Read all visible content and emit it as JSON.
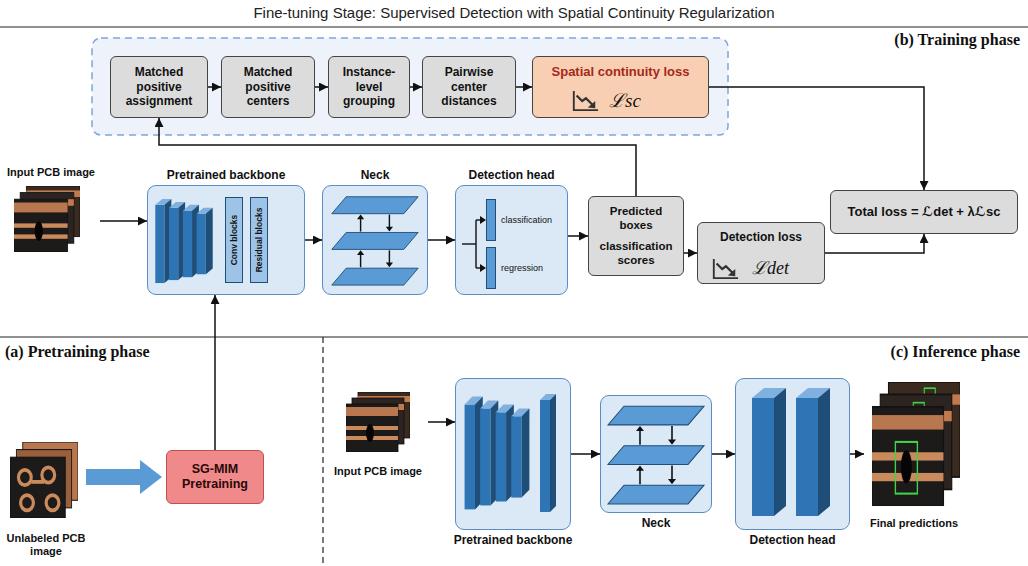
{
  "diagram": {
    "title": "Fine-tuning Stage: Supervised Detection with Spatial Continuity Regularization",
    "nodes": [
      {
        "text": [
          "Matched positive assignment"
        ]
      },
      {
        "text": [
          "Matched positive centers"
        ]
      },
      {
        "text": [
          "Instance-level grouping"
        ]
      },
      {
        "text": [
          "Pairwise center distances"
        ]
      },
      {
        "text": [
          "Spatial continuity loss",
          "ℒsc"
        ]
      },
      {
        "text": [
          "Total loss = ℒdet + λℒsc"
        ]
      },
      {
        "text": [
          "Input PCB image"
        ]
      },
      {
        "text": [
          "Pretrained backbone"
        ]
      },
      {
        "text": [
          "Conv blocks"
        ],
        "in": 7
      },
      {
        "text": [
          "Residual blocks"
        ],
        "in": 7
      },
      {
        "text": [
          "Neck"
        ]
      },
      {
        "text": [
          "Detection head"
        ]
      },
      {
        "text": [
          "classification"
        ],
        "in": 11
      },
      {
        "text": [
          "regression"
        ],
        "in": 11
      },
      {
        "text": [
          "Predicted boxes",
          "classification scores"
        ]
      },
      {
        "text": [
          "Detection loss",
          "ℒdet"
        ]
      },
      {
        "text": [
          "Unlabeled PCB image"
        ]
      },
      {
        "text": [
          "SG-MIM Pretraining"
        ]
      },
      {
        "text": [
          "Input PCB image"
        ]
      },
      {
        "text": [
          "Pretrained backbone"
        ]
      },
      {
        "text": [
          "Neck"
        ]
      },
      {
        "text": [
          "Detection head"
        ]
      },
      {
        "text": [
          "Final predictions"
        ]
      }
    ],
    "edges": [
      {
        "from": 0,
        "to": 1,
        "arrow": "to"
      },
      {
        "from": 1,
        "to": 2,
        "arrow": "to"
      },
      {
        "from": 2,
        "to": 3,
        "arrow": "to"
      },
      {
        "from": 3,
        "to": 4,
        "arrow": "to"
      },
      {
        "from": 4,
        "to": 5,
        "arrow": "to"
      },
      {
        "from": 15,
        "to": 5,
        "arrow": "to"
      },
      {
        "from": 6,
        "to": 7,
        "arrow": "to"
      },
      {
        "from": 7,
        "to": 10,
        "arrow": "to"
      },
      {
        "from": 10,
        "to": 11,
        "arrow": "to"
      },
      {
        "from": 11,
        "to": 14,
        "arrow": "to"
      },
      {
        "from": 14,
        "to": 15,
        "arrow": "to"
      },
      {
        "from": 14,
        "to": 0,
        "arrow": "to"
      },
      {
        "from": 16,
        "to": 17,
        "arrow": "to"
      },
      {
        "from": 17,
        "to": 7,
        "arrow": "to"
      },
      {
        "from": 18,
        "to": 19,
        "arrow": "to"
      },
      {
        "from": 19,
        "to": 20,
        "arrow": "to"
      },
      {
        "from": 20,
        "to": 21,
        "arrow": "to"
      },
      {
        "from": 21,
        "to": 22,
        "arrow": "to"
      }
    ],
    "labels": [
      "(b) Training phase",
      "(a) Pretraining phase",
      "(c) Inference phase"
    ]
  }
}
